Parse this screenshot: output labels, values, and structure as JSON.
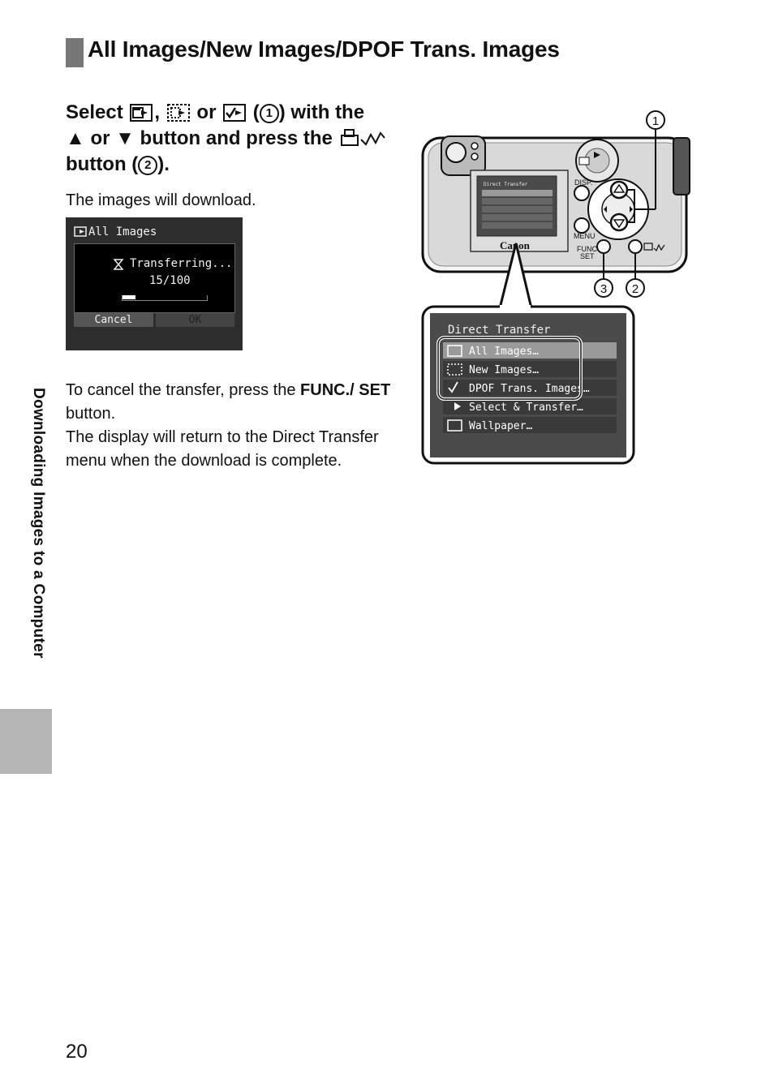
{
  "heading": "All Images/New Images/DPOF Trans. Images",
  "instruction": {
    "w_select": "Select",
    "w_comma": ",",
    "w_or": "or",
    "w_open": "(",
    "num1": "1",
    "w_with_the": ") with the",
    "up": "▲",
    "w_or2": "or",
    "down": "▼",
    "w_button_press": "button and press the",
    "w_button": "button (",
    "num2": "2",
    "w_end": ")."
  },
  "note1": "The images will download.",
  "transfer_screen": {
    "title": "All Images",
    "message": "Transferring...",
    "count": "15/100",
    "progress_fraction": 0.15,
    "cancel_label": "Cancel",
    "ok_label": "OK"
  },
  "note2": {
    "p1_a": "To cancel the transfer, press the ",
    "p1_bold": "FUNC./ SET",
    "p1_b": " button.",
    "p2": "The display will return to the Direct Transfer menu when the download is complete."
  },
  "camera": {
    "brand": "Canon",
    "disp_label": "DISP.",
    "menu_label": "MENU",
    "func_label": "FUNC",
    "set_label": "SET",
    "callout1": "1",
    "callout2": "2",
    "callout3": "3"
  },
  "direct_menu": {
    "title": "Direct Transfer",
    "items": [
      "All Images…",
      "New Images…",
      "DPOF Trans. Images…",
      "Select & Transfer…",
      "Wallpaper…"
    ]
  },
  "side_tab": "Downloading Images to a Computer",
  "page_number": "20"
}
